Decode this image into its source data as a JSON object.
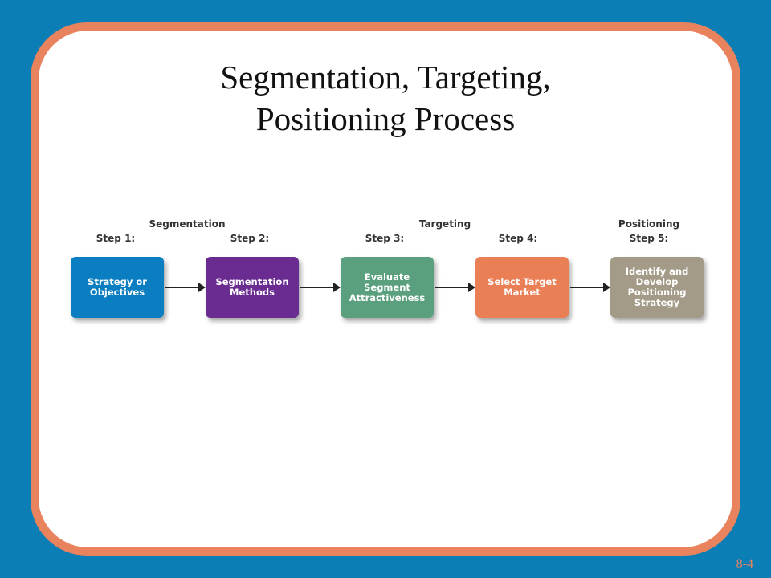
{
  "title": {
    "line1": "Segmentation, Targeting,",
    "line2": "Positioning Process"
  },
  "phases": [
    "Segmentation",
    "Targeting",
    "Positioning"
  ],
  "steps": [
    {
      "label": "Step 1:",
      "text": "Strategy or Objectives",
      "color": "#0a7ec0"
    },
    {
      "label": "Step 2:",
      "text": "Segmentation Methods",
      "color": "#6a2c91"
    },
    {
      "label": "Step 3:",
      "text": "Evaluate Segment Attractiveness",
      "color": "#5aa07e"
    },
    {
      "label": "Step 4:",
      "text": "Select Target Market",
      "color": "#ea7e55"
    },
    {
      "label": "Step 5:",
      "text": "Identify and Develop Positioning Strategy",
      "color": "#a39a87"
    }
  ],
  "slide_number": "8-4"
}
